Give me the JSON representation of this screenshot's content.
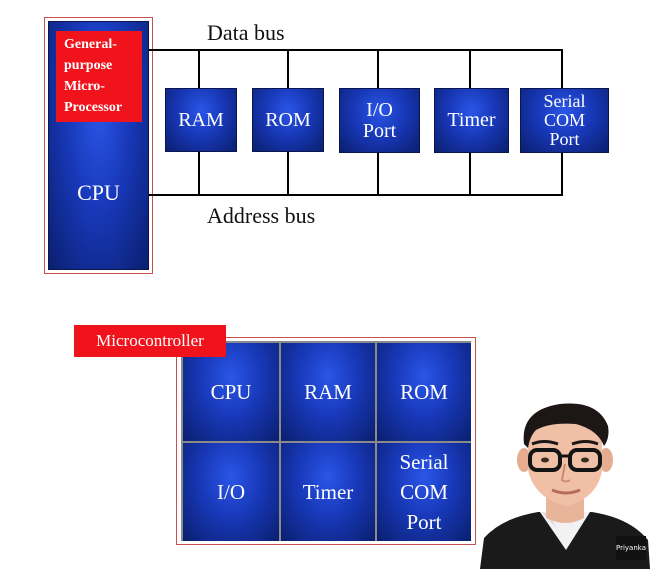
{
  "microprocessor": {
    "label": "General-\npurpose\nMicro-\nProcessor",
    "cpu_label": "CPU"
  },
  "buses": {
    "data_bus": "Data bus",
    "address_bus": "Address bus"
  },
  "peripherals": [
    {
      "label": "RAM"
    },
    {
      "label": "ROM"
    },
    {
      "label": "I/O\nPort"
    },
    {
      "label": "Timer"
    },
    {
      "label": "Serial\nCOM\nPort"
    }
  ],
  "microcontroller": {
    "title": "Microcontroller",
    "cells": [
      {
        "label": "CPU"
      },
      {
        "label": "RAM"
      },
      {
        "label": "ROM"
      },
      {
        "label": "I/O"
      },
      {
        "label": "Timer"
      },
      {
        "label": "Serial\nCOM\nPort"
      }
    ]
  },
  "presenter": {
    "badge_text": "Priyanka"
  },
  "colors": {
    "accent_red": "#f0131c",
    "box_blue": "#1838b8",
    "box_dark": "#0a1f6e",
    "grid_gray": "#8a8a8a"
  }
}
